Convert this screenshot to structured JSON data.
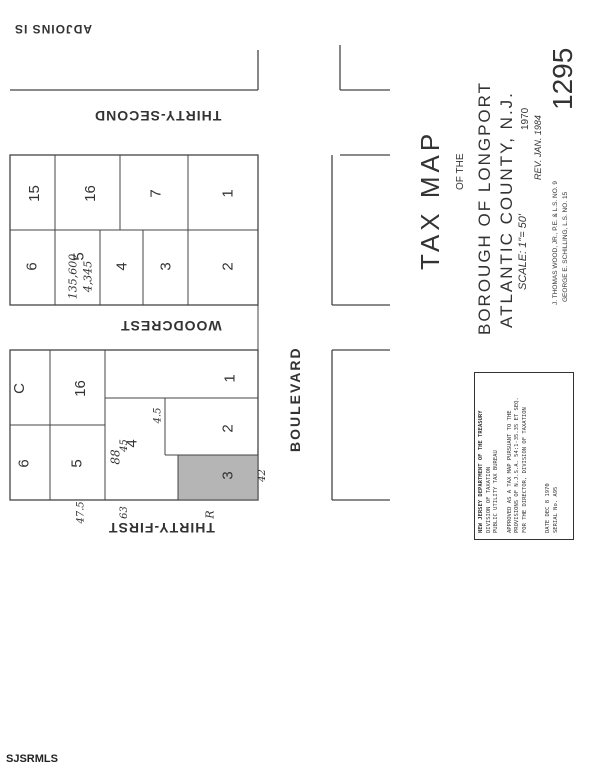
{
  "streets": {
    "adjoins": "ADJOINS IS",
    "thirty_second": "THIRTY-SECOND",
    "woodcrest": "WOODCREST",
    "thirty_first": "THIRTY-FIRST",
    "boulevard": "BOULEVARD"
  },
  "title": {
    "main": "TAX MAP",
    "of_the": "OF THE",
    "borough": "BOROUGH OF LONGPORT",
    "county": "ATLANTIC COUNTY, N.J.",
    "year": "1970",
    "scale": "SCALE: 1\"= 50'",
    "rev": "REV. JAN. 1984",
    "sheet": "1295",
    "engineer1": "J. THOMAS WOOD, JR., P.E. & L.S. NO. 9",
    "engineer2": "GEORGE E. SCHILLING, L.S. NO. 15"
  },
  "approval": {
    "line1": "NEW JERSEY DEPARTMENT OF THE TREASURY",
    "line2": "DIVISION OF TAXATION",
    "line3": "PUBLIC UTILITY TAX BUREAU",
    "line4": "APPROVED AS A TAX MAP PURSUANT TO THE",
    "line5": "PROVISIONS OF N.J.S.A. 54:1-35.35 ET SEQ.",
    "line6": "FOR THE DIRECTOR, DIVISION OF TAXATION",
    "line7": "DATE DEC 8 1970",
    "line8": "SERIAL No. A95"
  },
  "lots": {
    "upper": [
      "15",
      "16",
      "7",
      "1",
      "6",
      "5",
      "4",
      "3",
      "2"
    ],
    "lower": [
      "C",
      "16",
      "1",
      "6",
      "5",
      "4",
      "2",
      "3"
    ]
  },
  "handwritten": {
    "assess": "135,600",
    "note": "4,345",
    "a": "88",
    "b": "47.5",
    "c": "63",
    "d": "42",
    "e": "R",
    "f": "4.5",
    "g": "45"
  },
  "footer": "SJSRMLS",
  "colors": {
    "ink": "#333333",
    "shade": "#b5b5b5",
    "paper": "#ffffff"
  }
}
